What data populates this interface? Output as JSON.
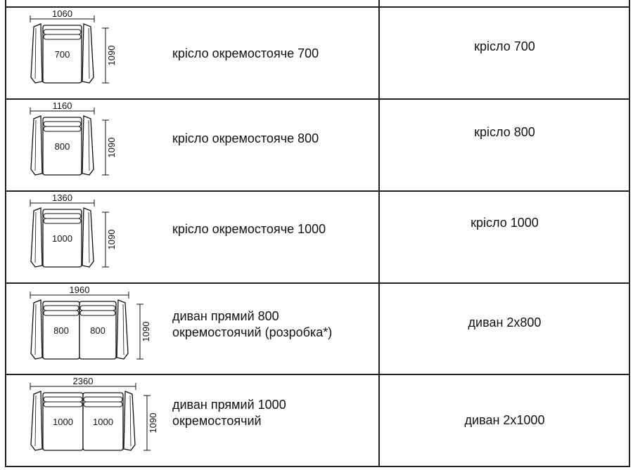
{
  "rows": [
    {
      "width_dim": "1060",
      "depth_dim": "1090",
      "seats": [
        "700"
      ],
      "description": [
        "крісло окремостояче 700"
      ],
      "code": "крісло 700"
    },
    {
      "width_dim": "1160",
      "depth_dim": "1090",
      "seats": [
        "800"
      ],
      "description": [
        "крісло окремостояче 800"
      ],
      "code": "крісло 800"
    },
    {
      "width_dim": "1360",
      "depth_dim": "1090",
      "seats": [
        "1000"
      ],
      "description": [
        "крісло окремостояче 1000"
      ],
      "code": "крісло 1000"
    },
    {
      "width_dim": "1960",
      "depth_dim": "1090",
      "seats": [
        "800",
        "800"
      ],
      "description": [
        "диван прямий 800",
        "окремостоячий (розробка*)"
      ],
      "code": "диван 2x800"
    },
    {
      "width_dim": "2360",
      "depth_dim": "1090",
      "seats": [
        "1000",
        "1000"
      ],
      "description": [
        "диван прямий 1000",
        "окремостоячий"
      ],
      "code": "диван 2x1000"
    }
  ]
}
